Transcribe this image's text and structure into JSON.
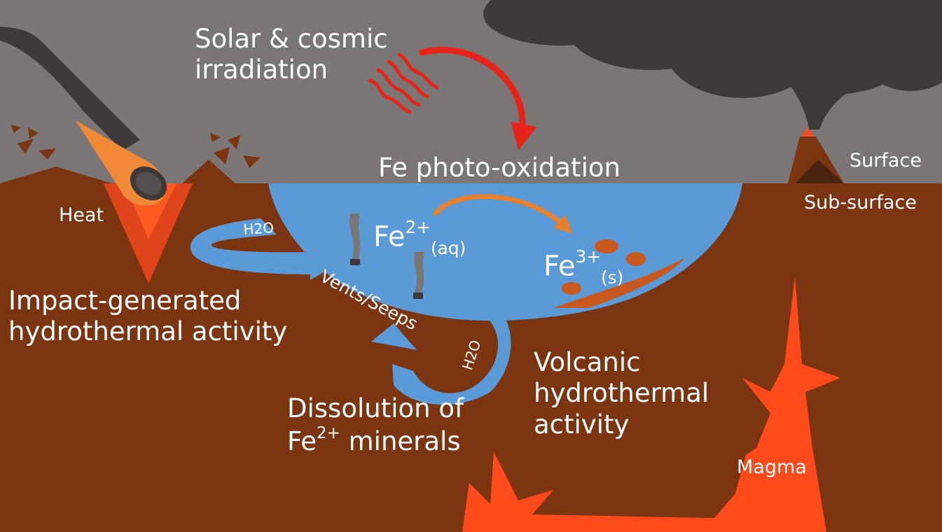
{
  "labels": {
    "irradiation_line1": "Solar & cosmic",
    "irradiation_line2": "irradiation",
    "photo_oxidation": "Fe photo-oxidation",
    "surface": "Surface",
    "sub_surface": "Sub-surface",
    "heat": "Heat",
    "water_1": "H2O",
    "water_2": "H2O",
    "vents_seeps": "Vents/Seeps",
    "impact_line1": "Impact-generated",
    "impact_line2": "hydrothermal activity",
    "fe2_element": "Fe",
    "fe2_charge": "2+",
    "fe2_state": "(aq)",
    "fe3_element": "Fe",
    "fe3_charge": "3+",
    "fe3_state": "(s)",
    "dissolution_line1": "Dissolution of",
    "dissolution_element": "Fe",
    "dissolution_charge": "2+",
    "dissolution_rest": " minerals",
    "volcanic_line1": "Volcanic",
    "volcanic_line2": "hydrothermal",
    "volcanic_line3": "activity",
    "magma": "Magma"
  },
  "colors": {
    "sky": "#7a7676",
    "cloud": "#3d3a39",
    "ground": "#7b3510",
    "water": "#5a9ad6",
    "flow_arrow": "#5a9ad6",
    "magma": "#ff4a1c",
    "heat_cone": "#ff5a1f",
    "oxidation_arrow": "#e8802c",
    "irradiation_arrow": "#e82318",
    "iron_particle": "#c8581c",
    "meteor": "#f08a36",
    "vent_plume": "#7a7676",
    "text": "#ffffff"
  }
}
